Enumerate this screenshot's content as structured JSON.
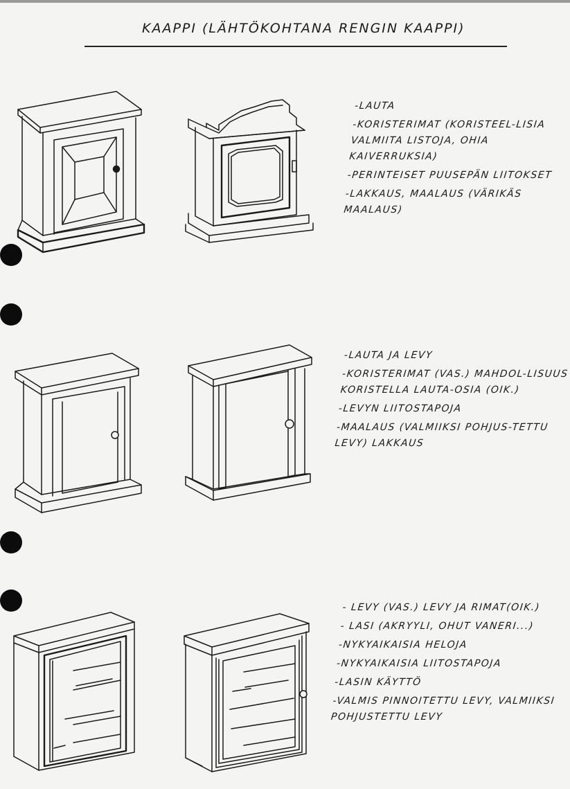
{
  "title": "KAAPPI  (LÄHTÖKOHTANA  RENGIN KAAPPI)",
  "sections": [
    {
      "notes": [
        "-LAUTA",
        "-KORISTERIMAT (KORISTEEL-LISIA VALMIITA LISTOJA, OHIA KAIVERRUKSIA)",
        "-PERINTEISET PUUSEPÄN LIITOKSET",
        "-LAKKAUS, MAALAUS (VÄRIKÄS MAALAUS)"
      ]
    },
    {
      "notes": [
        "-LAUTA JA LEVY",
        "-KORISTERIMAT (VAS.) MAHDOL-LISUUS KORISTELLA LAUTA-OSIA (OIK.)",
        "-LEVYN LIITOSTAPOJA",
        "-MAALAUS (VALMIIKSI POHJUS-TETTU LEVY) LAKKAUS"
      ]
    },
    {
      "notes": [
        "- LEVY (VAS.) LEVY JA RIMAT(OIK.)",
        "- LASI (AKRYYLI, OHUT VANERI...)",
        "-NYKYAIKAISIA HELOJA",
        "-NYKYAIKAISIA LIITOSTAPOJA",
        "-LASIN KÄYTTÖ",
        "-VALMIS PINNOITETTU LEVY, VALMIIKSI POHJUSTETTU LEVY"
      ]
    }
  ]
}
